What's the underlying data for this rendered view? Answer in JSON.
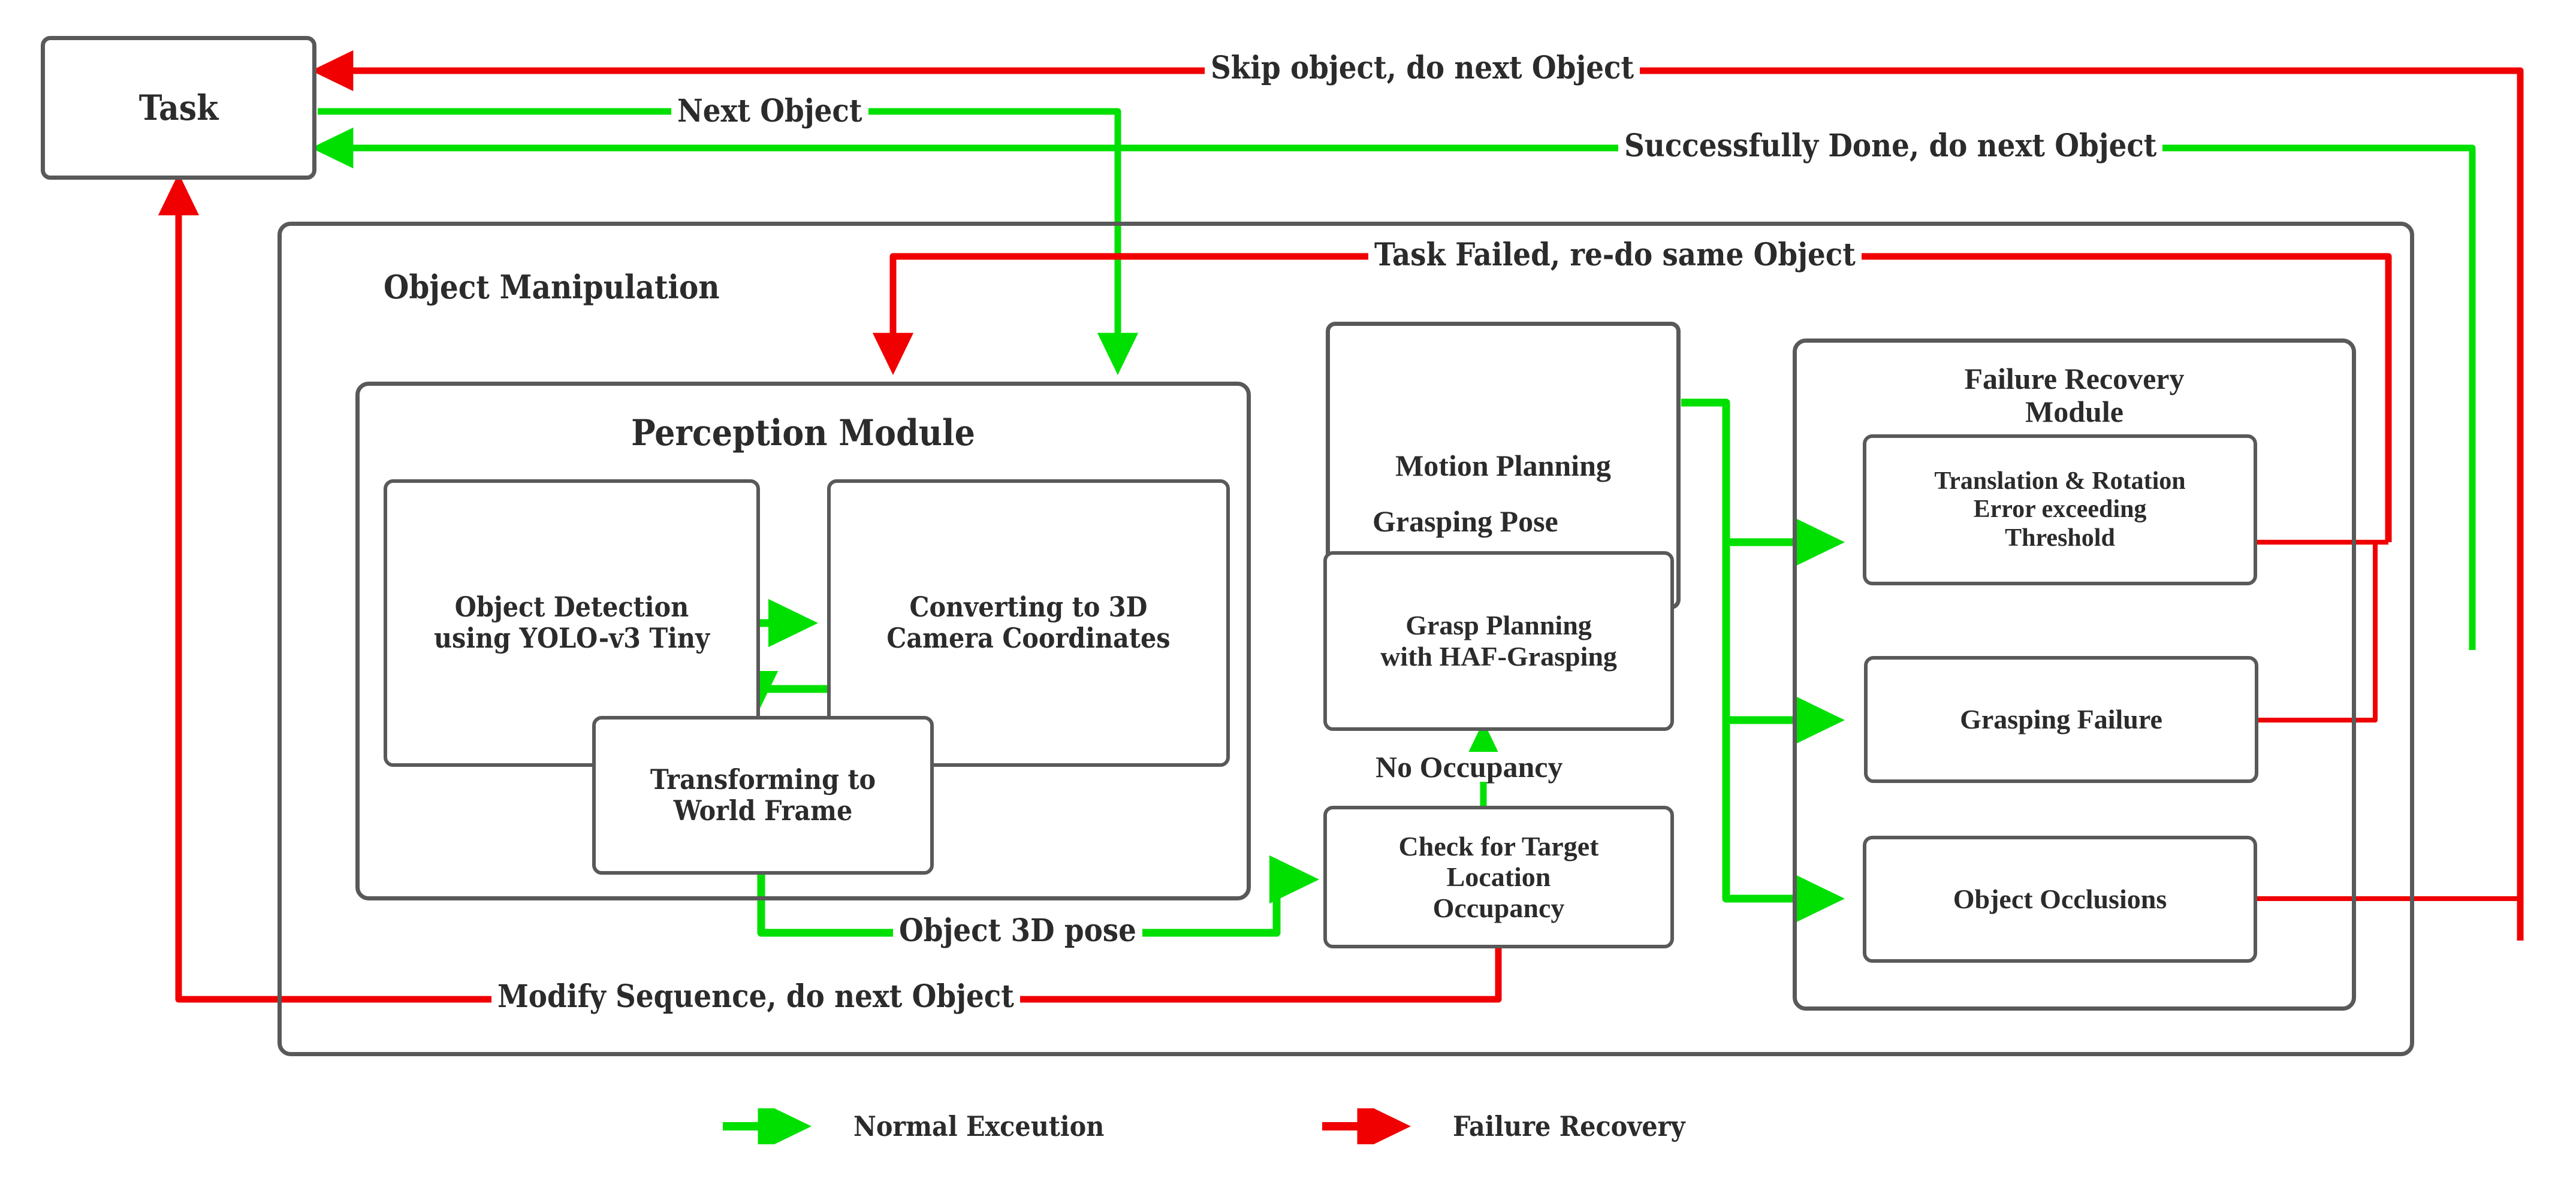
{
  "diagram": {
    "title_not_shown": "",
    "colors": {
      "normal_execution": "#00e000",
      "failure_recovery": "#f00000",
      "box_border": "#595959",
      "text": "#2b2b2b",
      "background": "#ffffff"
    }
  },
  "nodes": {
    "task": "Task",
    "object_manipulation": "Object Manipulation",
    "perception_module": "Perception Module",
    "object_detection": "Object Detection\nusing YOLO-v3 Tiny",
    "converting_3d": "Converting to 3D\nCamera Coordinates",
    "transforming_world": "Transforming to\nWorld Frame",
    "motion_planning": "Motion Planning",
    "grasp_planning": "Grasp Planning\nwith HAF-Grasping",
    "check_occupancy": "Check for Target\nLocation\nOccupancy",
    "failure_recovery_module": "Failure Recovery\nModule",
    "translation_rotation_error": "Translation & Rotation\nError exceeding\nThreshold",
    "grasping_failure": "Grasping Failure",
    "object_occlusions": "Object Occlusions"
  },
  "edge_labels": {
    "skip_object": "Skip object, do next Object",
    "next_object": "Next Object",
    "successfully_done": "Successfully Done, do next Object",
    "task_failed": "Task Failed, re-do same Object",
    "grasping_pose": "Grasping Pose",
    "no_occupancy": "No Occupancy",
    "object_3d_pose": "Object 3D pose",
    "modify_sequence": "Modify Sequence, do next Object"
  },
  "legend": {
    "items": [
      {
        "label": "Normal Exceution",
        "color": "#00e000",
        "icon": "green-arrow-icon"
      },
      {
        "label": "Failure Recovery",
        "color": "#f00000",
        "icon": "red-arrow-icon"
      }
    ]
  }
}
